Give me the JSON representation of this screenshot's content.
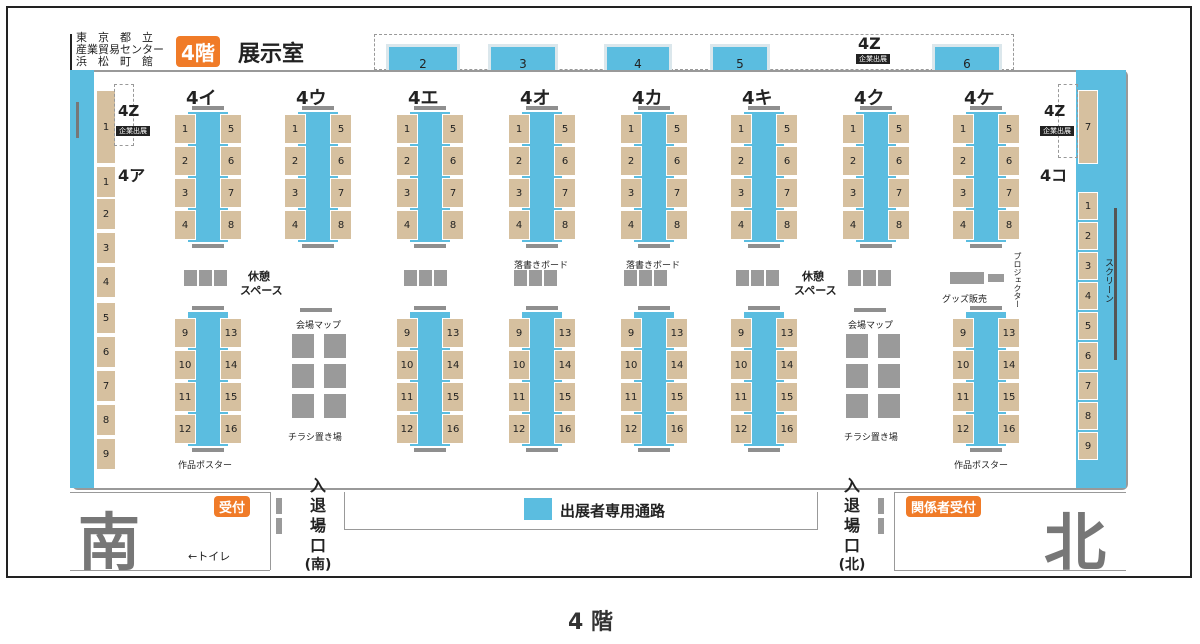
{
  "header": {
    "org_lines": [
      "東　京　都　立",
      "産業貿易センター",
      "浜　松　町　館"
    ],
    "floor_badge": "4階",
    "room_title": "展示室"
  },
  "top_booths": [
    "2",
    "3",
    "4",
    "5",
    "6"
  ],
  "zone_4z_label": "4Z",
  "exhibitor_badge": "企業出展",
  "zones_top": [
    "4イ",
    "4ウ",
    "4エ",
    "4オ",
    "4カ",
    "4キ",
    "4ク",
    "4ケ"
  ],
  "zones_side": {
    "left": "4ア",
    "right": "4コ"
  },
  "booth_numbers": {
    "top_left": [
      "1",
      "2",
      "3",
      "4"
    ],
    "top_right": [
      "5",
      "6",
      "7",
      "8"
    ],
    "bottom_left": [
      "9",
      "10",
      "11",
      "12"
    ],
    "bottom_right": [
      "13",
      "14",
      "15",
      "16"
    ],
    "west_wall": [
      "1",
      "1",
      "2",
      "3",
      "4",
      "5",
      "6",
      "7",
      "8",
      "9"
    ],
    "east_wall": [
      "7",
      "1",
      "2",
      "3",
      "4",
      "5",
      "6",
      "7",
      "8",
      "9"
    ]
  },
  "labels": {
    "rest_space_1": "休憩",
    "rest_space_2": "スペース",
    "note_board": "落書きボード",
    "venue_map": "会場マップ",
    "flyer_area": "チラシ置き場",
    "work_poster": "作品ポスター",
    "goods_sale": "グッズ販売",
    "projector": "プロジェクター",
    "screen": "スクリーン",
    "reception": "受付",
    "staff_reception": "関係者受付",
    "toilet": "←トイレ",
    "entrance_chars": [
      "入",
      "退",
      "場",
      "口"
    ],
    "entrance_south": "(南)",
    "entrance_north": "(北)",
    "exhibitor_passage": "出展者専用通路",
    "south": "南",
    "north": "北"
  },
  "footer": {
    "caption": "4 階"
  },
  "colors": {
    "booth": "#d6c09f",
    "passage": "#5bbde0",
    "accent": "#f07b28",
    "fixture": "#8f8f8f"
  }
}
